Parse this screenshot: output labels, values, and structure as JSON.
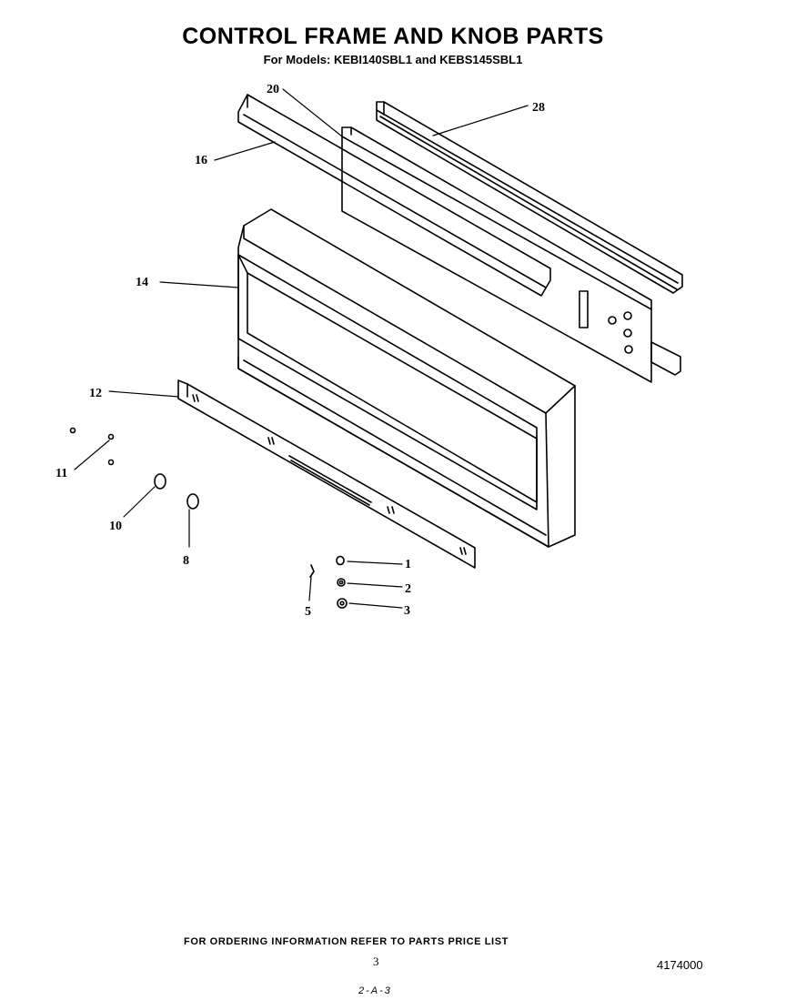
{
  "header": {
    "title": "CONTROL FRAME AND KNOB PARTS",
    "subtitle": "For Models: KEBI140SBL1 and KEBS145SBL1"
  },
  "callouts": {
    "p1": "1",
    "p2": "2",
    "p3": "3",
    "p5": "5",
    "p8": "8",
    "p10": "10",
    "p11": "11",
    "p12": "12",
    "p14": "14",
    "p16": "16",
    "p20": "20",
    "p28": "28"
  },
  "footer": {
    "ordering_note": "FOR ORDERING INFORMATION REFER TO PARTS PRICE LIST",
    "page_number": "3",
    "document_number": "4174000",
    "sheet_code": "2-A-3"
  }
}
